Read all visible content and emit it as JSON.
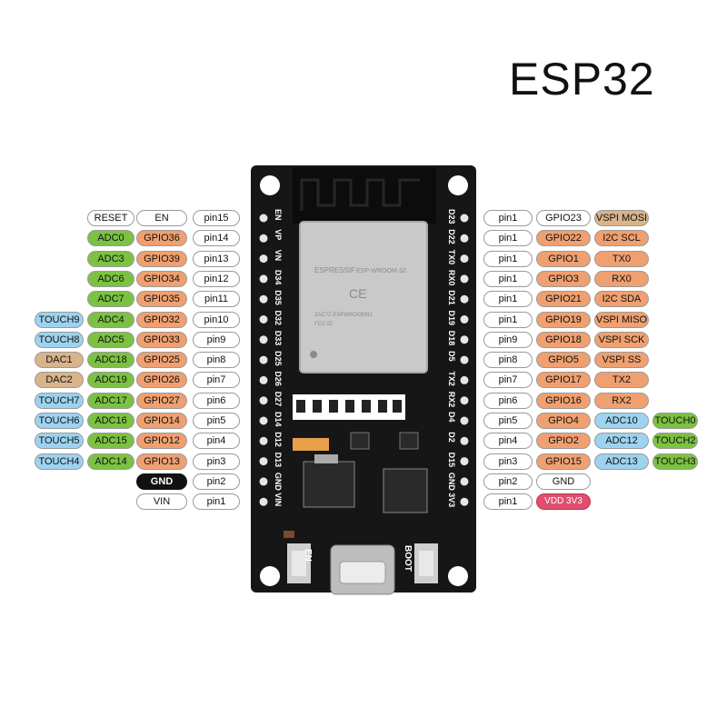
{
  "title": "ESP32",
  "module": {
    "brand": "ESPRESSIF",
    "model": "ESP-WROOM-32",
    "ce_mark": "CE",
    "code": "2AC7Z-ESPWROOM32",
    "fcc": "FCC ID"
  },
  "buttons": {
    "en": "EN",
    "boot": "BOOT"
  },
  "colors": {
    "white": "#ffffff",
    "green": "#7cc242",
    "orange": "#f0a070",
    "tan": "#d9b48a",
    "blue": "#9dd3f0",
    "black": "#111111",
    "red": "#e0506e",
    "board": "#161616"
  },
  "left_pins": [
    {
      "silk": "EN",
      "labels": [
        {
          "t": "RESET",
          "c": "white"
        },
        {
          "t": "EN",
          "c": "white"
        },
        {
          "t": "pin15",
          "c": "white"
        }
      ]
    },
    {
      "silk": "VP",
      "labels": [
        {
          "t": "ADC0",
          "c": "green"
        },
        {
          "t": "GPIO36",
          "c": "orange"
        },
        {
          "t": "pin14",
          "c": "white"
        }
      ]
    },
    {
      "silk": "VN",
      "labels": [
        {
          "t": "ADC3",
          "c": "green"
        },
        {
          "t": "GPIO39",
          "c": "orange"
        },
        {
          "t": "pin13",
          "c": "white"
        }
      ]
    },
    {
      "silk": "D34",
      "labels": [
        {
          "t": "ADC6",
          "c": "green"
        },
        {
          "t": "GPIO34",
          "c": "orange"
        },
        {
          "t": "pin12",
          "c": "white"
        }
      ]
    },
    {
      "silk": "D35",
      "labels": [
        {
          "t": "ADC7",
          "c": "green"
        },
        {
          "t": "GPIO35",
          "c": "orange"
        },
        {
          "t": "pin11",
          "c": "white"
        }
      ]
    },
    {
      "silk": "D32",
      "labels": [
        {
          "t": "TOUCH9",
          "c": "blue"
        },
        {
          "t": "ADC4",
          "c": "green"
        },
        {
          "t": "GPIO32",
          "c": "orange"
        },
        {
          "t": "pin10",
          "c": "white"
        }
      ]
    },
    {
      "silk": "D33",
      "labels": [
        {
          "t": "TOUCH8",
          "c": "blue"
        },
        {
          "t": "ADC5",
          "c": "green"
        },
        {
          "t": "GPIO33",
          "c": "orange"
        },
        {
          "t": "pin9",
          "c": "white"
        }
      ]
    },
    {
      "silk": "D25",
      "labels": [
        {
          "t": "DAC1",
          "c": "tan"
        },
        {
          "t": "ADC18",
          "c": "green"
        },
        {
          "t": "GPIO25",
          "c": "orange"
        },
        {
          "t": "pin8",
          "c": "white"
        }
      ]
    },
    {
      "silk": "D26",
      "labels": [
        {
          "t": "DAC2",
          "c": "tan"
        },
        {
          "t": "ADC19",
          "c": "green"
        },
        {
          "t": "GPIO26",
          "c": "orange"
        },
        {
          "t": "pin7",
          "c": "white"
        }
      ]
    },
    {
      "silk": "D27",
      "labels": [
        {
          "t": "TOUCH7",
          "c": "blue"
        },
        {
          "t": "ADC17",
          "c": "green"
        },
        {
          "t": "GPIO27",
          "c": "orange"
        },
        {
          "t": "pin6",
          "c": "white"
        }
      ]
    },
    {
      "silk": "D14",
      "labels": [
        {
          "t": "TOUCH6",
          "c": "blue"
        },
        {
          "t": "ADC16",
          "c": "green"
        },
        {
          "t": "GPIO14",
          "c": "orange"
        },
        {
          "t": "pin5",
          "c": "white"
        }
      ]
    },
    {
      "silk": "D12",
      "labels": [
        {
          "t": "TOUCH5",
          "c": "blue"
        },
        {
          "t": "ADC15",
          "c": "green"
        },
        {
          "t": "GPIO12",
          "c": "orange"
        },
        {
          "t": "pin4",
          "c": "white"
        }
      ]
    },
    {
      "silk": "D13",
      "labels": [
        {
          "t": "TOUCH4",
          "c": "blue"
        },
        {
          "t": "ADC14",
          "c": "green"
        },
        {
          "t": "GPIO13",
          "c": "orange"
        },
        {
          "t": "pin3",
          "c": "white"
        }
      ]
    },
    {
      "silk": "GND",
      "labels": [
        {
          "t": "GND",
          "c": "black"
        },
        {
          "t": "pin2",
          "c": "white"
        }
      ]
    },
    {
      "silk": "VIN",
      "labels": [
        {
          "t": "VIN",
          "c": "white"
        },
        {
          "t": "pin1",
          "c": "white"
        }
      ]
    }
  ],
  "right_pins": [
    {
      "silk": "D23",
      "labels": [
        {
          "t": "pin1",
          "c": "white"
        },
        {
          "t": "GPIO23",
          "c": "white"
        },
        {
          "t": "VSPI MOSI",
          "c": "tan"
        }
      ]
    },
    {
      "silk": "D22",
      "labels": [
        {
          "t": "pin1",
          "c": "white"
        },
        {
          "t": "GPIO22",
          "c": "orange"
        },
        {
          "t": "I2C SCL",
          "c": "orange"
        }
      ]
    },
    {
      "silk": "TX0",
      "labels": [
        {
          "t": "pin1",
          "c": "white"
        },
        {
          "t": "GPIO1",
          "c": "orange"
        },
        {
          "t": "TX0",
          "c": "orange"
        }
      ]
    },
    {
      "silk": "RX0",
      "labels": [
        {
          "t": "pin1",
          "c": "white"
        },
        {
          "t": "GPIO3",
          "c": "orange"
        },
        {
          "t": "RX0",
          "c": "orange"
        }
      ]
    },
    {
      "silk": "D21",
      "labels": [
        {
          "t": "pin1",
          "c": "white"
        },
        {
          "t": "GPIO21",
          "c": "orange"
        },
        {
          "t": "I2C SDA",
          "c": "orange"
        }
      ]
    },
    {
      "silk": "D19",
      "labels": [
        {
          "t": "pin1",
          "c": "white"
        },
        {
          "t": "GPIO19",
          "c": "orange"
        },
        {
          "t": "VSPI MISO",
          "c": "orange"
        }
      ]
    },
    {
      "silk": "D18",
      "labels": [
        {
          "t": "pin9",
          "c": "white"
        },
        {
          "t": "GPIO18",
          "c": "orange"
        },
        {
          "t": "VSPI SCK",
          "c": "orange"
        }
      ]
    },
    {
      "silk": "D5",
      "labels": [
        {
          "t": "pin8",
          "c": "white"
        },
        {
          "t": "GPIO5",
          "c": "orange"
        },
        {
          "t": "VSPI SS",
          "c": "orange"
        }
      ]
    },
    {
      "silk": "TX2",
      "labels": [
        {
          "t": "pin7",
          "c": "white"
        },
        {
          "t": "GPIO17",
          "c": "orange"
        },
        {
          "t": "TX2",
          "c": "orange"
        }
      ]
    },
    {
      "silk": "RX2",
      "labels": [
        {
          "t": "pin6",
          "c": "white"
        },
        {
          "t": "GPIO16",
          "c": "orange"
        },
        {
          "t": "RX2",
          "c": "orange"
        }
      ]
    },
    {
      "silk": "D4",
      "labels": [
        {
          "t": "pin5",
          "c": "white"
        },
        {
          "t": "GPIO4",
          "c": "orange"
        },
        {
          "t": "ADC10",
          "c": "blue"
        },
        {
          "t": "TOUCH0",
          "c": "green"
        }
      ]
    },
    {
      "silk": "D2",
      "labels": [
        {
          "t": "pin4",
          "c": "white"
        },
        {
          "t": "GPIO2",
          "c": "orange"
        },
        {
          "t": "ADC12",
          "c": "blue"
        },
        {
          "t": "TOUCH2",
          "c": "green"
        }
      ]
    },
    {
      "silk": "D15",
      "labels": [
        {
          "t": "pin3",
          "c": "white"
        },
        {
          "t": "GPIO15",
          "c": "orange"
        },
        {
          "t": "ADC13",
          "c": "blue"
        },
        {
          "t": "TOUCH3",
          "c": "green"
        }
      ]
    },
    {
      "silk": "GND",
      "labels": [
        {
          "t": "pin2",
          "c": "white"
        },
        {
          "t": "GND",
          "c": "white"
        }
      ]
    },
    {
      "silk": "3V3",
      "labels": [
        {
          "t": "pin1",
          "c": "white"
        },
        {
          "t": "VDD 3V3",
          "c": "red"
        }
      ]
    }
  ]
}
